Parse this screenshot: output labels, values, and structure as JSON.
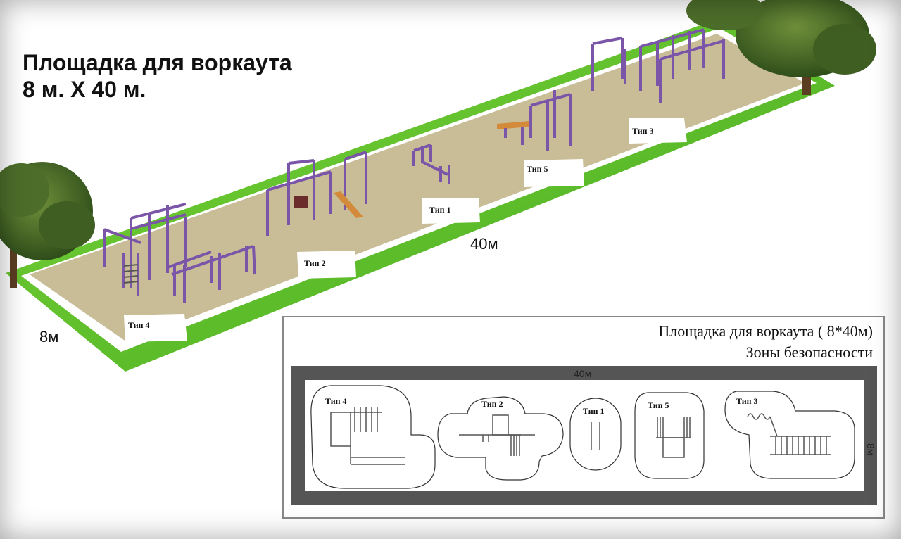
{
  "perspective": {
    "title_line1": "Площадка для воркаута",
    "title_line2": "8 м. Х 40 м.",
    "length_label": "40м",
    "width_label": "8м",
    "zones": [
      {
        "label": "Тип 4"
      },
      {
        "label": "Тип 2"
      },
      {
        "label": "Тип 1"
      },
      {
        "label": "Тип 5"
      },
      {
        "label": "Тип 3"
      }
    ]
  },
  "plan": {
    "title_line1": "Площадка для воркаута  ( 8*40м)",
    "title_line2": "Зоны безопасности",
    "length_label": "40м",
    "width_label": "8м",
    "zones": [
      {
        "label": "Тип 4"
      },
      {
        "label": "Тип 2"
      },
      {
        "label": "Тип 1"
      },
      {
        "label": "Тип 5"
      },
      {
        "label": "Тип 3"
      }
    ]
  },
  "colors": {
    "grass": "#5cc227",
    "surface": "#c9bd98",
    "equipment": "#7a55a8",
    "bench": "#d38a3a",
    "plan_frame": "#555555"
  }
}
